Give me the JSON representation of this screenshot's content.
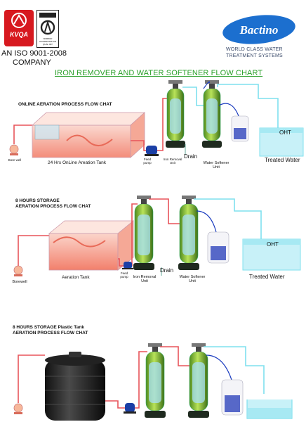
{
  "header": {
    "logo_text": "KVQA",
    "cert_mark_text": "NORWAY ACCREDITATION QUAL 007",
    "iso_line1": "AN ISO 9001-2008",
    "iso_line2": "COMPANY",
    "brand": "Bactino",
    "tagline_line1": "WORLD CLASS WATER",
    "tagline_line2": "TREATMENT SYSTEMS",
    "title": "IRON REMOVER AND WATER SOFTENER FLOW CHART"
  },
  "section1": {
    "title": "ONLINE  AERATION PROCESS FLOW CHAT",
    "borewell": "Bore well",
    "tank": "24 Hrs OnLine Areation Tank",
    "feed_pump_line1": "Feed",
    "feed_pump_line2": "pump",
    "iron_removal_line1": "Iron Removal",
    "iron_removal_line2": "Unit",
    "drain": "Drain",
    "softener_line1": "Water Softener",
    "softener_line2": "Unit",
    "oht": "OHT",
    "treated": "Treated  Water"
  },
  "section2": {
    "title_line1": "8 HOURS STORAGE",
    "title_line2": "AERATION PROCESS FLOW CHAT",
    "borewell": "Borewell",
    "tank": "Aeration Tank",
    "feed_pump_line1": "Feed",
    "feed_pump_line2": "pump",
    "iron_removal_line1": "Iron Removal",
    "iron_removal_line2": "Unit",
    "drain": "Drain",
    "softener_line1": "Water Softener",
    "softener_line2": "Unit",
    "oht": "OHT",
    "treated": "Treated  Water"
  },
  "section3": {
    "title_line1": "8 HOURS STORAGE Plastic Tank",
    "title_line2": "AERATION PROCESS FLOW CHAT"
  },
  "colors": {
    "pipe_red": "#e8545a",
    "pipe_cyan": "#7fe0ee",
    "vessel_green": "#8cc63f",
    "vessel_dark": "#1f3b1f",
    "water_blue": "#c8f1f8",
    "tank_salmon": "#f59a88",
    "brand_blue": "#1c6fcf",
    "title_green": "#2aa02a"
  }
}
